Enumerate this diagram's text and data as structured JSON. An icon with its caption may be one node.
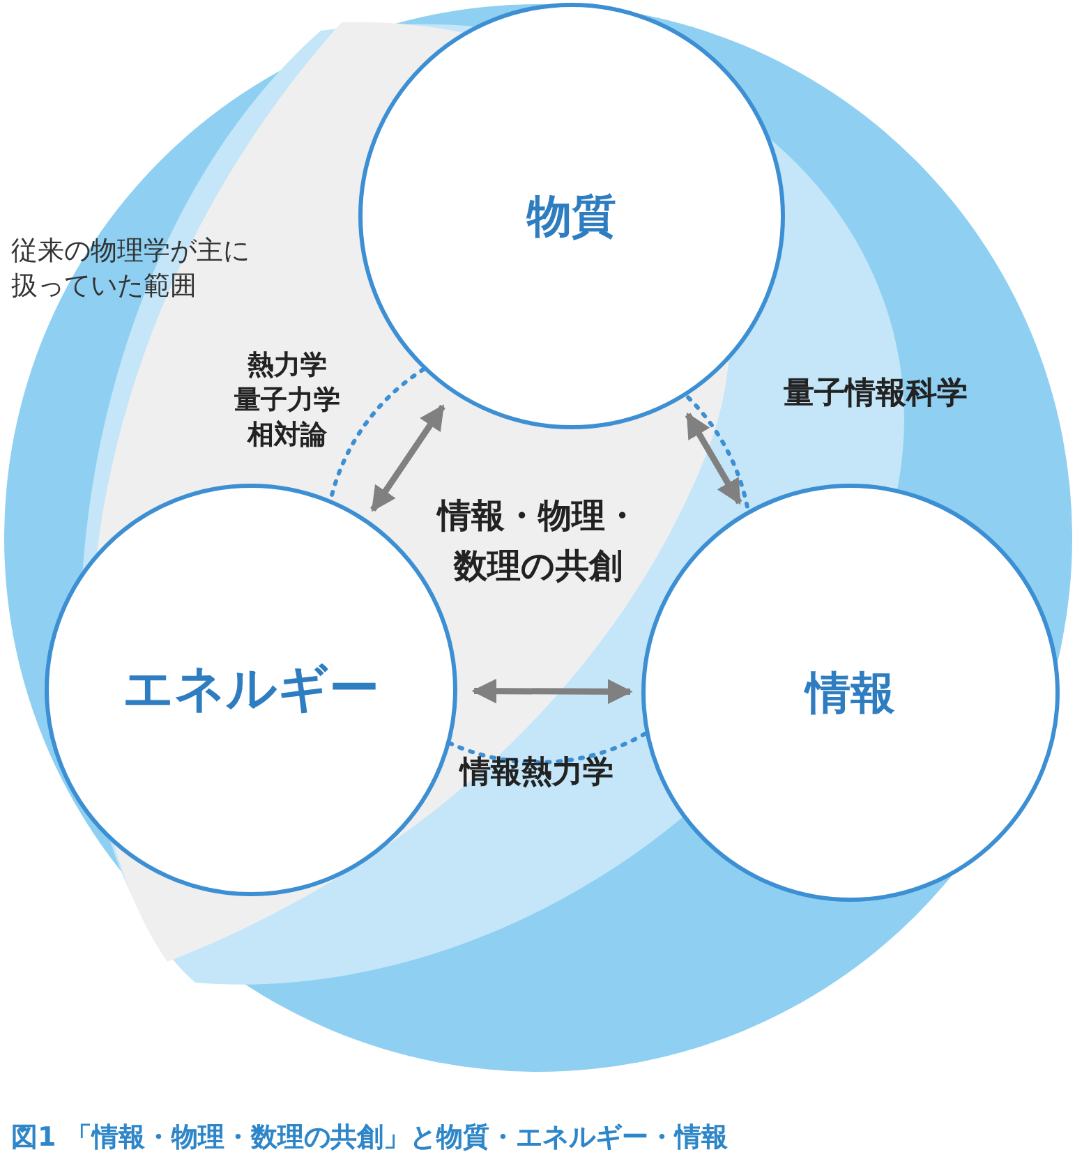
{
  "diagram": {
    "caption": "図1 「情報・物理・数理の共創」と物質・エネルギー・情報",
    "nodes": [
      {
        "text": [
          "物質"
        ]
      },
      {
        "text": [
          "エネルギー"
        ]
      },
      {
        "text": [
          "情報"
        ]
      }
    ],
    "edges": [
      {
        "from": 0,
        "to": 1,
        "arrow": "both"
      },
      {
        "from": 0,
        "to": 2,
        "arrow": "both",
        "label": "量子情報科学"
      },
      {
        "from": 1,
        "to": 2,
        "arrow": "both",
        "label": "情報熱力学"
      }
    ],
    "labels": [
      "従来の物理学が主に扱っていた範囲",
      "熱力学",
      "量子力学",
      "相対論",
      "情報・物理・数理の共創"
    ]
  }
}
